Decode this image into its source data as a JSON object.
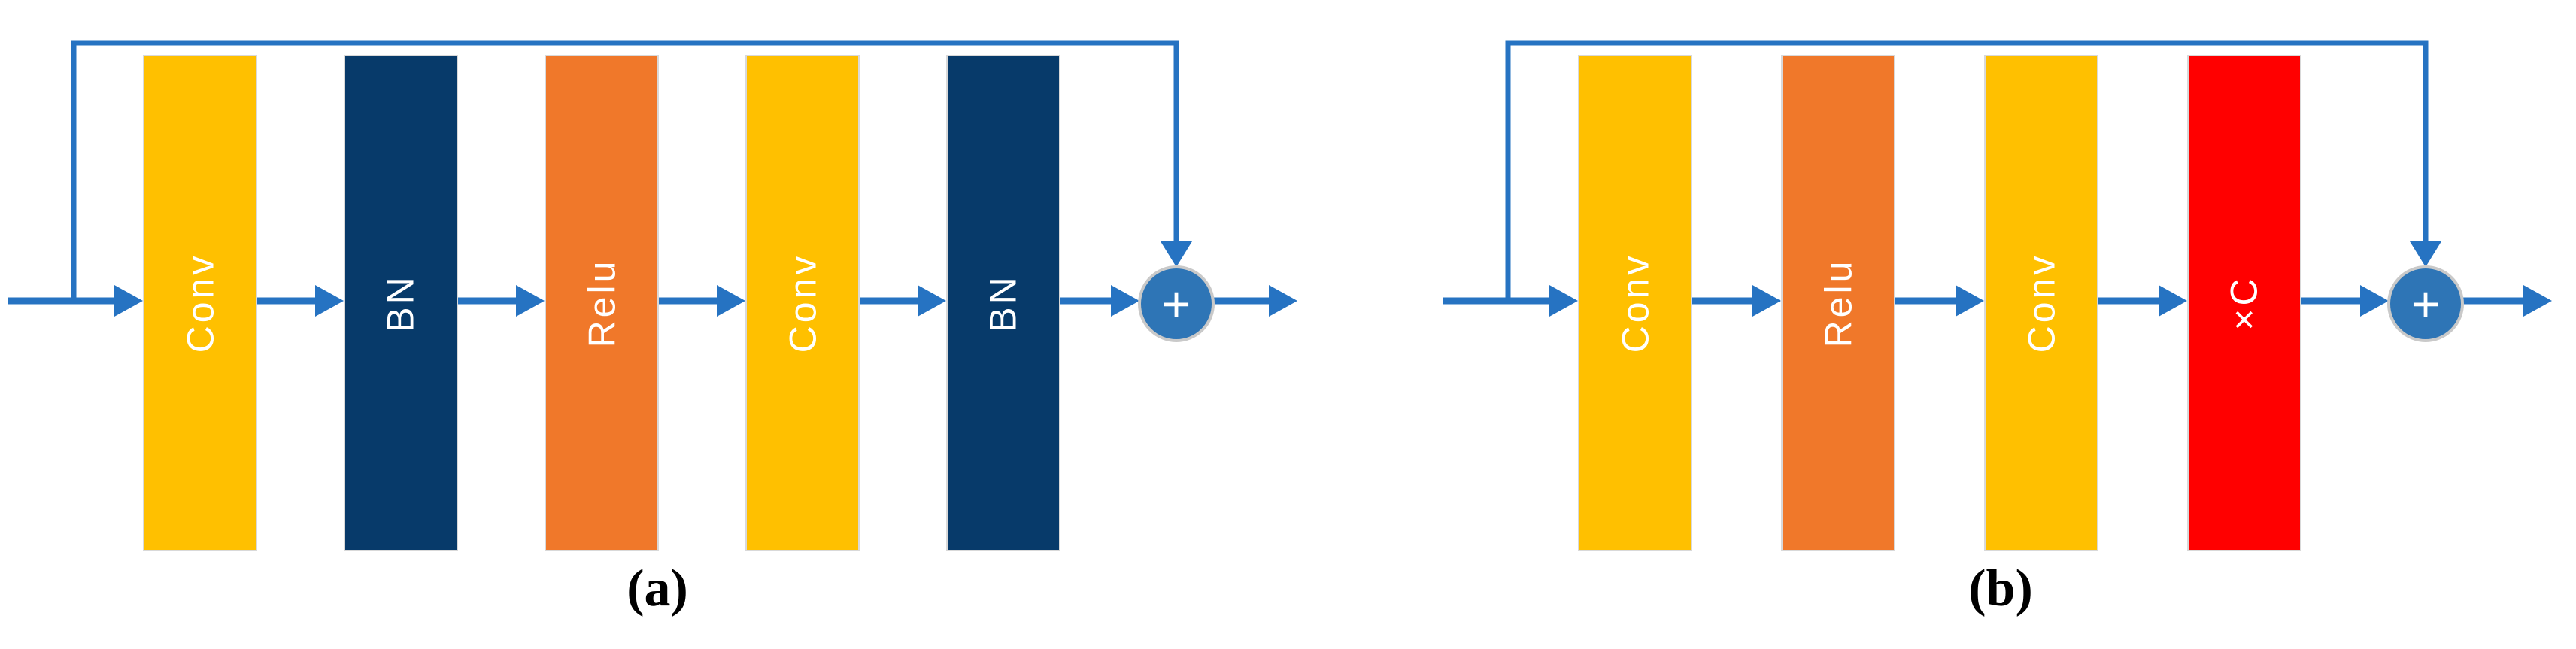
{
  "colors": {
    "conv": "#FFC000",
    "bn": "#073A6A",
    "relu": "#F0782A",
    "scale": "#FF0000",
    "arrow": "#2673C2",
    "plus_fill": "#2E75B6",
    "plus_border": "#C9C9C9",
    "bar_border": "#D9D9D9",
    "layer_text": "#FFFFFF",
    "caption_text": "#000000"
  },
  "diagram_a": {
    "caption": "(a)",
    "plus_label": "+",
    "layers": [
      {
        "label": "Conv",
        "type": "conv"
      },
      {
        "label": "BN",
        "type": "bn"
      },
      {
        "label": "Relu",
        "type": "relu"
      },
      {
        "label": "Conv",
        "type": "conv"
      },
      {
        "label": "BN",
        "type": "bn"
      }
    ]
  },
  "diagram_b": {
    "caption": "(b)",
    "plus_label": "+",
    "layers": [
      {
        "label": "Conv",
        "type": "conv"
      },
      {
        "label": "Relu",
        "type": "relu"
      },
      {
        "label": "Conv",
        "type": "conv"
      },
      {
        "label": "×C",
        "type": "scale"
      }
    ]
  }
}
